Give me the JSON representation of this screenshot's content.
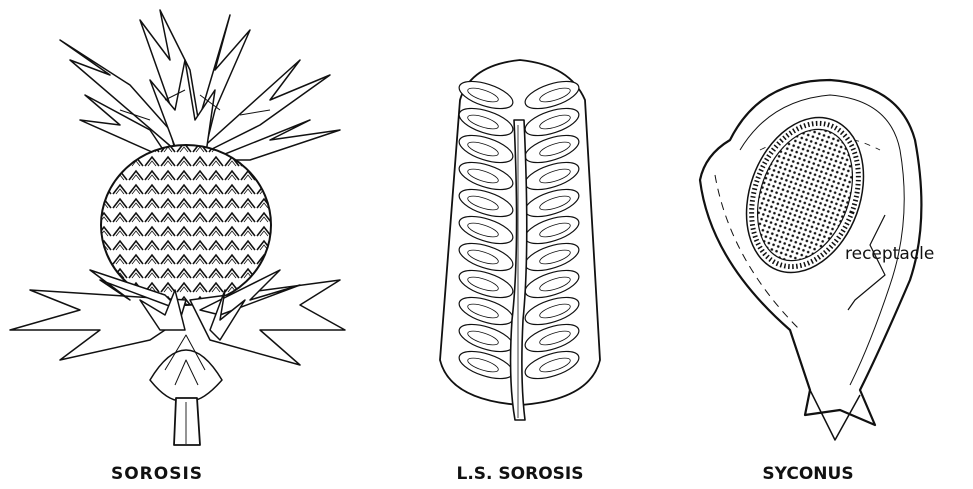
{
  "figure": {
    "panels": [
      {
        "caption": "SOROSIS"
      },
      {
        "caption": "L.S. SOROSIS"
      },
      {
        "caption": "SYCONUS",
        "annotation": "receptacle"
      }
    ]
  }
}
